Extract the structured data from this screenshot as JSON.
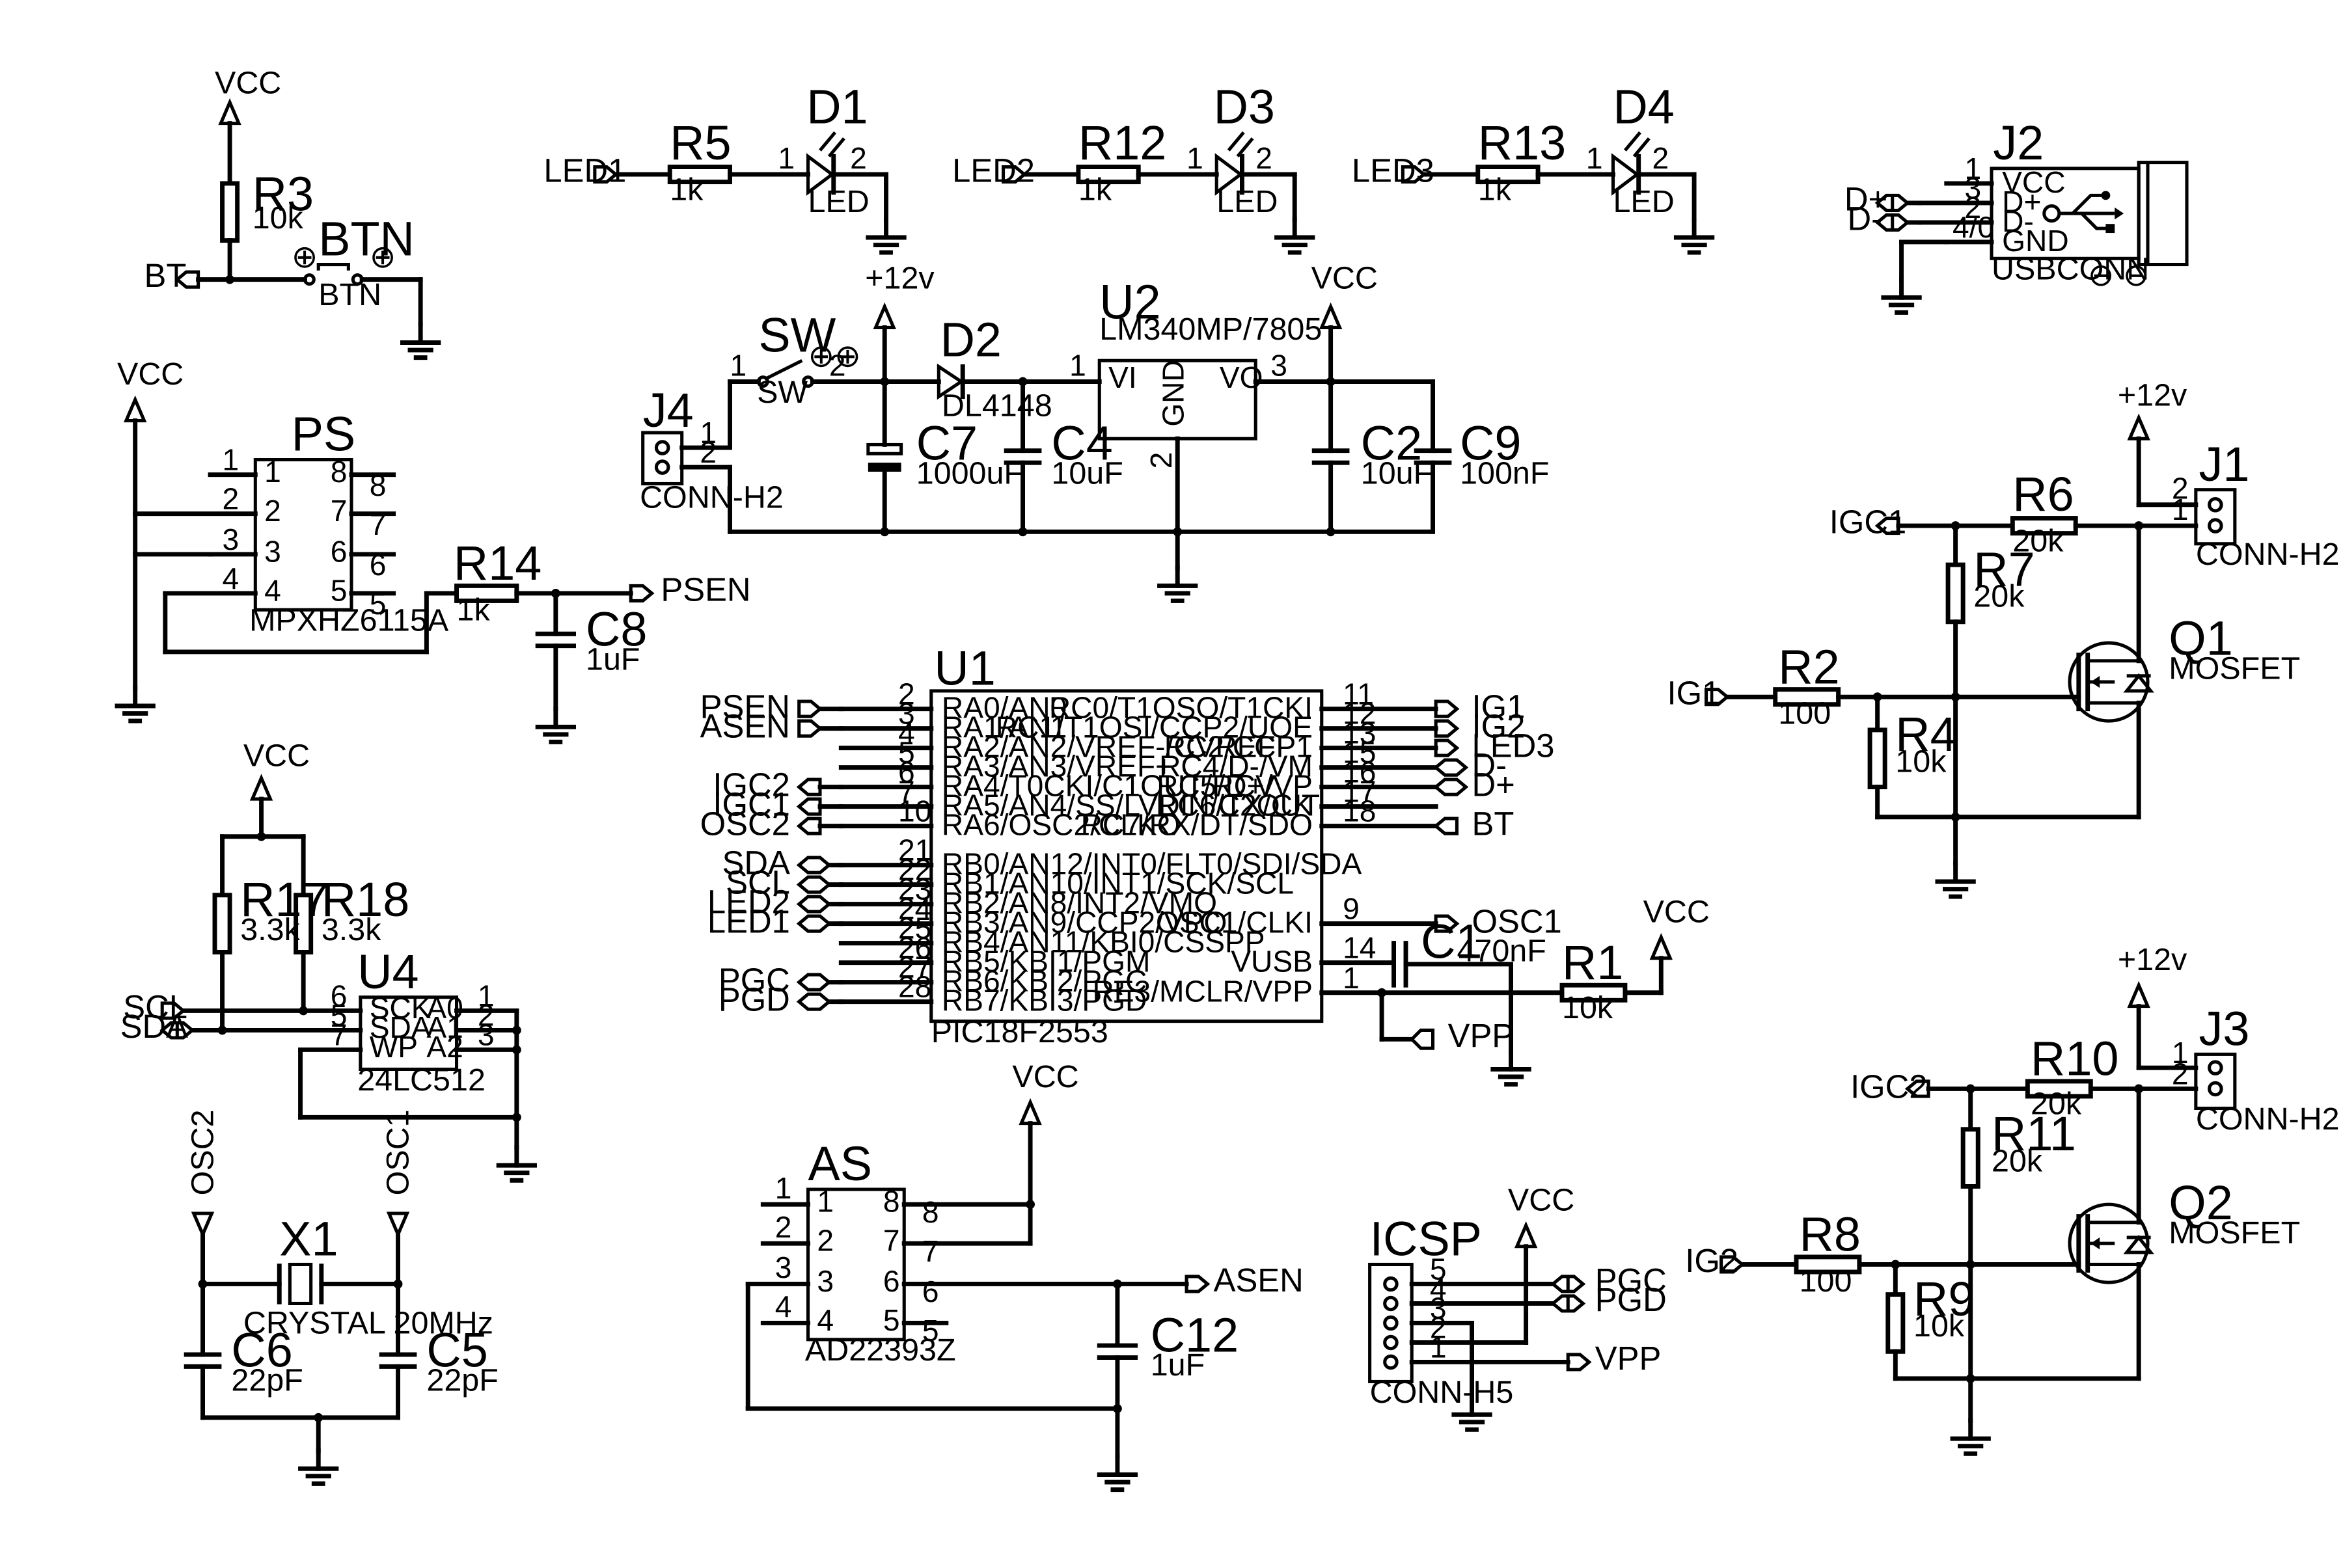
{
  "power": {
    "vcc": "VCC",
    "v12": "+12v"
  },
  "r3": {
    "ref": "R3",
    "val": "10k"
  },
  "btn": {
    "ref": "BTN",
    "name": "BTN"
  },
  "nets": {
    "bt": "BT"
  },
  "led_rows": [
    {
      "net": "LED1",
      "r": "R5",
      "rv": "1k",
      "d": "D1",
      "dv": "LED"
    },
    {
      "net": "LED2",
      "r": "R12",
      "rv": "1k",
      "d": "D3",
      "dv": "LED"
    },
    {
      "net": "LED3",
      "r": "R13",
      "rv": "1k",
      "d": "D4",
      "dv": "LED"
    }
  ],
  "pins": {
    "p1": "1",
    "p2": "2",
    "p3": "3",
    "p4": "4",
    "p5": "5",
    "p6": "6",
    "p7": "7",
    "p8": "8"
  },
  "j2": {
    "ref": "J2",
    "name": "USBCONN",
    "pins": [
      "VCC",
      "D+",
      "D-",
      "GND"
    ],
    "nums": [
      "1",
      "3",
      "2",
      "4/0"
    ],
    "nets": [
      "D+",
      "D-"
    ]
  },
  "supply": {
    "j4": "J4",
    "j4v": "CONN-H2",
    "sw": "SW",
    "swv": "SW",
    "d2": "D2",
    "d2v": "DL4148",
    "c7": "C7",
    "c7v": "1000uF",
    "c4": "C4",
    "c4v": "10uF",
    "u2": "U2",
    "u2v": "LM340MP/7805",
    "vi": "VI",
    "vo": "VO",
    "gnd": "GND",
    "c2": "C2",
    "c2v": "10uF",
    "c9": "C9",
    "c9v": "100nF"
  },
  "ps": {
    "ref": "PS",
    "val": "MPXHZ6115A",
    "r14": "R14",
    "r14v": "1k",
    "c8": "C8",
    "c8v": "1uF",
    "net": "PSEN"
  },
  "u1": {
    "ref": "U1",
    "val": "PIC18F2553",
    "left": [
      {
        "net": "PSEN",
        "num": "2",
        "name": "RA0/AN0"
      },
      {
        "net": "ASEN",
        "num": "3",
        "name": "RA1/AN1"
      },
      {
        "net": "",
        "num": "4",
        "name": "RA2/AN2/VREF-/CVREF"
      },
      {
        "net": "",
        "num": "5",
        "name": "RA3/AN3/VREF+"
      },
      {
        "net": "IGC2",
        "num": "6",
        "name": "RA4/T0CKI/C1OUT/RCV"
      },
      {
        "net": "IGC1",
        "num": "7",
        "name": "RA5/AN4/SS/LVDIN/C2OUT"
      },
      {
        "net": "OSC2",
        "num": "10",
        "name": "RA6/OSC2/CLKO"
      },
      {
        "net": "SDA",
        "num": "21",
        "name": "RB0/AN12/INT0/FLT0/SDI/SDA"
      },
      {
        "net": "SCL",
        "num": "22",
        "name": "RB1/AN10/INT1/SCK/SCL"
      },
      {
        "net": "LED2",
        "num": "23",
        "name": "RB2/AN8/INT2/VMO"
      },
      {
        "net": "LED1",
        "num": "24",
        "name": "RB3/AN9/CCP2/VPO"
      },
      {
        "net": "",
        "num": "25",
        "name": "RB4/AN11/KBI0/CSSPP"
      },
      {
        "net": "",
        "num": "26",
        "name": "RB5/KBI1/PGM"
      },
      {
        "net": "PGC",
        "num": "27",
        "name": "RB6/KBI2/PGC"
      },
      {
        "net": "PGD",
        "num": "28",
        "name": "RB7/KBI3/PGD"
      }
    ],
    "right": [
      {
        "net": "IG1",
        "num": "11",
        "name": "RC0/T1OSO/T1CKI"
      },
      {
        "net": "IG2",
        "num": "12",
        "name": "RC1/T1OSI/CCP2/UOE"
      },
      {
        "net": "LED3",
        "num": "13",
        "name": "RC2/CCP1"
      },
      {
        "net": "D-",
        "num": "15",
        "name": "RC4/D-/VM"
      },
      {
        "net": "D+",
        "num": "16",
        "name": "RC5/D+/VP"
      },
      {
        "net": "",
        "num": "17",
        "name": "RC6/TX/CK"
      },
      {
        "net": "BT",
        "num": "18",
        "name": "RC7/RX/DT/SDO"
      },
      {
        "net": "OSC1",
        "num": "9",
        "name": "OSC1/CLKI"
      },
      {
        "net": "",
        "num": "14",
        "name": "VUSB"
      },
      {
        "net": "",
        "num": "1",
        "name": "RE3/MCLR/VPP"
      }
    ],
    "c1": "C1",
    "c1v": "470nF",
    "r1": "R1",
    "r1v": "10k",
    "vpp": "VPP"
  },
  "j1": {
    "ref": "J1",
    "val": "CONN-H2",
    "igc": "IGC1",
    "r6": "R6",
    "r6v": "20k",
    "r7": "R7",
    "r7v": "20k",
    "ig": "IG1",
    "r2": "R2",
    "r2v": "100",
    "r4": "R4",
    "r4v": "10k",
    "q": "Q1",
    "qv": "MOSFET"
  },
  "j3": {
    "ref": "J3",
    "val": "CONN-H2",
    "igc": "IGC2",
    "r10": "R10",
    "r10v": "20k",
    "r11": "R11",
    "r11v": "20k",
    "ig": "IG2",
    "r8": "R8",
    "r8v": "100",
    "r9": "R9",
    "r9v": "10k",
    "q": "Q2",
    "qv": "MOSFET"
  },
  "u4": {
    "ref": "U4",
    "val": "24LC512",
    "r17": "R17",
    "r17v": "3.3k",
    "r18": "R18",
    "r18v": "3.3k",
    "pins": [
      "SCK",
      "SDA",
      "WP",
      "A0",
      "A1",
      "A2"
    ],
    "nets": [
      "SCL",
      "SDA"
    ]
  },
  "xtal": {
    "ref": "X1",
    "val": "CRYSTAL 20MHz",
    "c6": "C6",
    "c6v": "22pF",
    "c5": "C5",
    "c5v": "22pF",
    "osc2": "OSC2",
    "osc1": "OSC1"
  },
  "as": {
    "ref": "AS",
    "val": "AD22393Z",
    "c12": "C12",
    "c12v": "1uF",
    "net": "ASEN"
  },
  "icsp": {
    "ref": "ICSP",
    "val": "CONN-H5",
    "nets": [
      "PGC",
      "PGD",
      "VPP"
    ],
    "nums": [
      "5",
      "4",
      "3",
      "2",
      "1"
    ]
  }
}
